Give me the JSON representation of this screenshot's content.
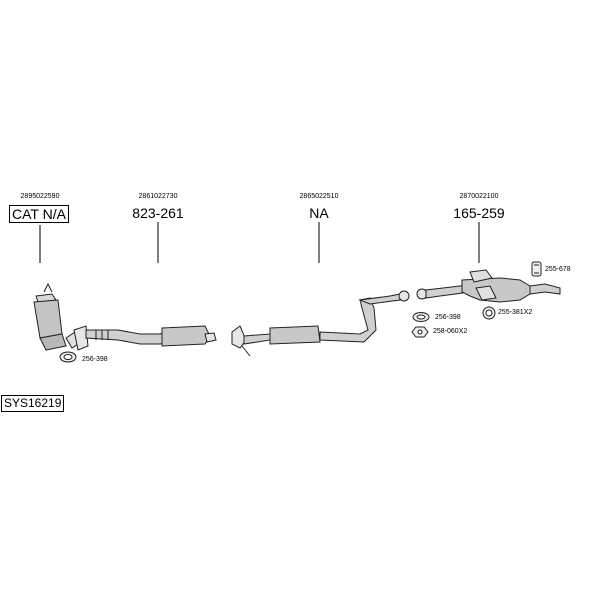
{
  "assemblies": [
    {
      "part_number": "2895022590",
      "reference": "CAT N/A"
    },
    {
      "part_number": "2861022730",
      "reference": "823-261"
    },
    {
      "part_number": "2865022510",
      "reference": "NA"
    },
    {
      "part_number": "2870022100",
      "reference": "165-259"
    }
  ],
  "hardware": [
    {
      "code": "256-398"
    },
    {
      "code": "256-398"
    },
    {
      "code": "258-060X2"
    },
    {
      "code": "255-381X2"
    },
    {
      "code": "255-678"
    }
  ],
  "system_code": "SYS16219"
}
